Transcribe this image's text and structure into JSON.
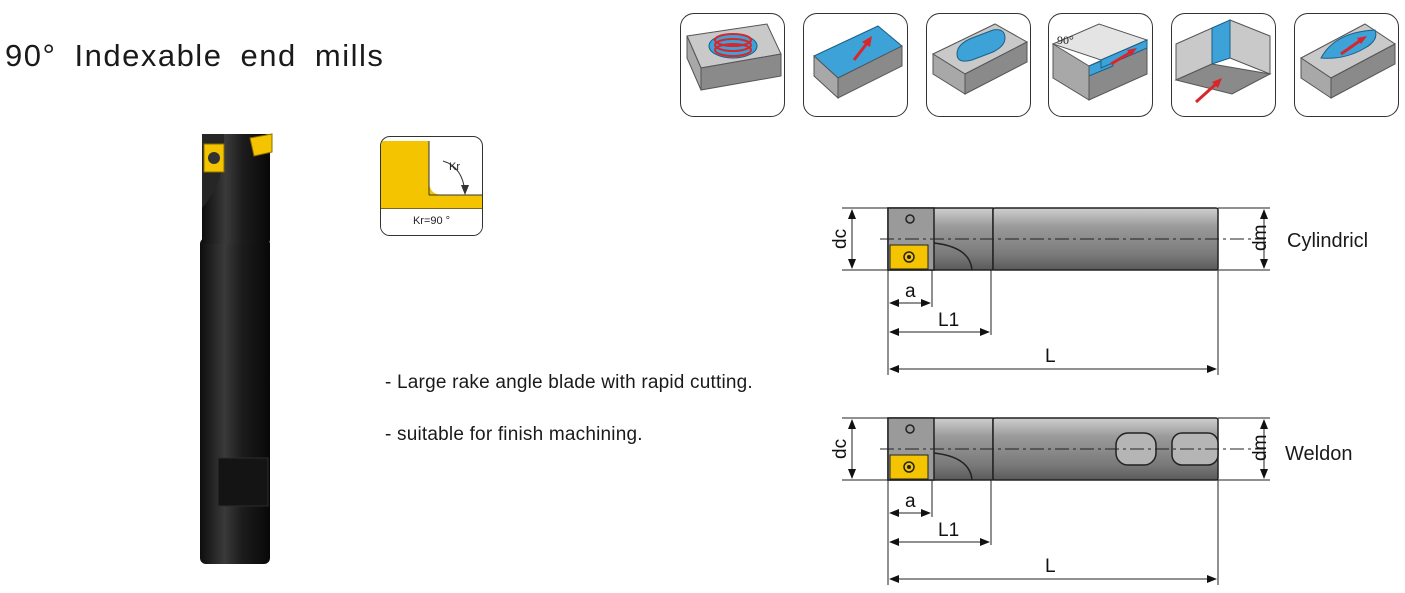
{
  "title": "90° Indexable end mills",
  "operation_icons": [
    "helical-milling-icon",
    "face-milling-icon",
    "pocket-milling-icon",
    "shoulder-milling-icon",
    "slot-milling-icon",
    "contour-milling-icon"
  ],
  "operation_icon_text": {
    "shoulder_angle": "90°"
  },
  "kr_diagram": {
    "angle_label": "Kr",
    "caption": "Kr=90 °",
    "insert_color": "#f5c400"
  },
  "features": [
    "- Large rake angle blade with rapid cutting.",
    "- suitable for finish machining."
  ],
  "variants": [
    {
      "name": "Cylindricl",
      "dims": {
        "dc": "dc",
        "dm": "dm",
        "a": "a",
        "L1": "L1",
        "L": "L"
      }
    },
    {
      "name": "Weldon",
      "dims": {
        "dc": "dc",
        "dm": "dm",
        "a": "a",
        "L1": "L1",
        "L": "L"
      }
    }
  ],
  "colors": {
    "insert": "#f5c400",
    "body_dark": "#2a2a2a",
    "shank_gray": "#8c8c8c",
    "feature_blue": "#3da2d8",
    "arrow_red": "#d8262a"
  }
}
